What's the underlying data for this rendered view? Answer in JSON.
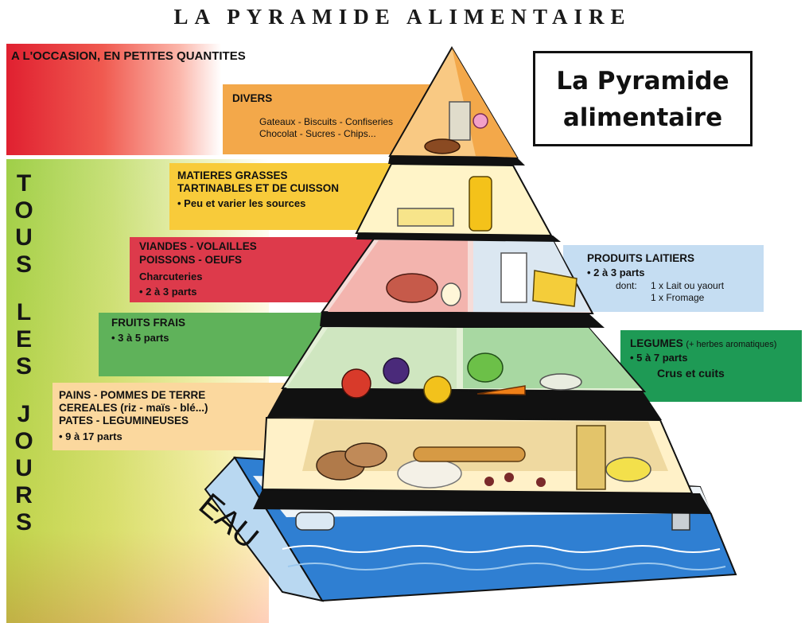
{
  "title": "LA PYRAMIDE ALIMENTAIRE",
  "framed_title": "La Pyramide alimentaire",
  "occasion": "A L'OCCASION, EN PETITES QUANTITES",
  "daily_letters": [
    "T",
    "O",
    "U",
    "S",
    "",
    "L",
    "E",
    "S",
    "",
    "J",
    "O",
    "U",
    "R",
    "S"
  ],
  "water": "EAU",
  "levels": {
    "divers": {
      "heading": "DIVERS",
      "notes": [
        "Gateaux - Biscuits - Confiseries",
        "Chocolat - Sucres - Chips..."
      ]
    },
    "matieres": {
      "heading": [
        "MATIERES GRASSES",
        "TARTINABLES ET DE CUISSON"
      ],
      "serving": "• Peu et varier les sources"
    },
    "viandes": {
      "heading": [
        "VIANDES - VOLAILLES",
        "POISSONS - OEUFS"
      ],
      "sub": "Charcuteries",
      "serving": "• 2 à 3 parts"
    },
    "laitiers": {
      "heading": "PRODUITS LAITIERS",
      "serving": "• 2 à 3 parts",
      "dont": "dont:",
      "notes": [
        "1 x Lait ou yaourt",
        "1 x Fromage"
      ]
    },
    "fruits": {
      "heading": "FRUITS FRAIS",
      "serving": "• 3 à 5 parts"
    },
    "legumes": {
      "heading": "LEGUMES",
      "herbs": "(+ herbes aromatiques)",
      "serving": "• 5 à 7 parts",
      "sub": "Crus et cuits"
    },
    "pains": {
      "heading": [
        "PAINS - POMMES DE TERRE",
        "CEREALES (riz - maïs - blé...)",
        "PATES - LEGUMINEUSES"
      ],
      "serving": "• 9 à 17 parts"
    }
  },
  "colors": {
    "divers": "#f3a84a",
    "matieres": "#f8cb3a",
    "viandes": "#dd3a4b",
    "laitiers": "#c5ddf2",
    "fruits": "#5fb25a",
    "legumes": "#1e9a55",
    "pains": "#fbd89e",
    "water": "#1f6fc4"
  }
}
